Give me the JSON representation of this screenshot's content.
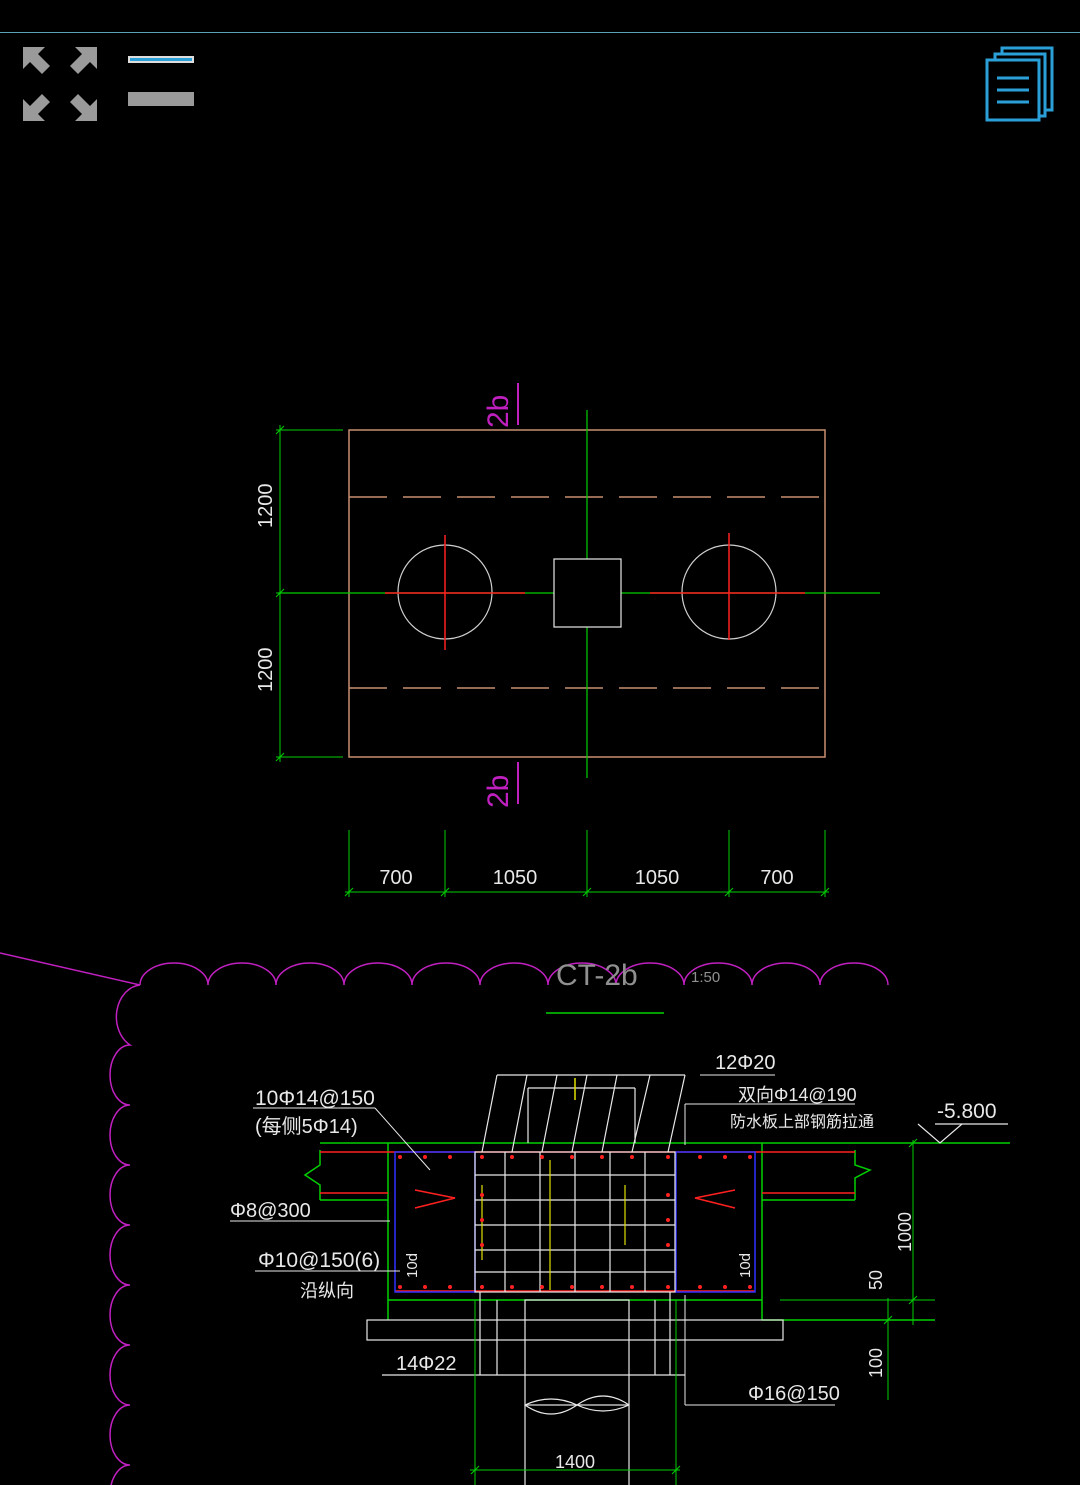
{
  "toolbar": {
    "fullscreen_icon": "expand-arrows-icon",
    "layers_icon": "layer-toggle-icon",
    "list_icon": "document-list-icon",
    "accent": "#2a9fd8"
  },
  "plan": {
    "section_mark_top": "2b",
    "section_mark_bottom": "2b",
    "dim_left": [
      "1200",
      "1200"
    ],
    "dim_bottom": [
      "700",
      "1050",
      "1050",
      "700"
    ]
  },
  "section": {
    "title": "CT-2b",
    "scale": "1:50",
    "labels": {
      "top_bars": "12Φ20",
      "side_bars_1": "10Φ14@150",
      "side_bars_2": "(每侧5Φ14)",
      "two_way": "双向Φ14@190",
      "waterproof": "防水板上部钢筋拉通",
      "elevation": "-5.800",
      "stirrup": "Φ8@300",
      "tie": "Φ10@150(6)",
      "tie_dir": "沿纵向",
      "anchor_left": "10d",
      "anchor_right": "10d",
      "bottom_bars": "14Φ22",
      "pile_bars": "Φ16@150",
      "dim_height": "1000",
      "dim_50": "50",
      "dim_100": "100",
      "dim_width": "1400"
    }
  },
  "colors": {
    "green": "#00d000",
    "outline": "#c89070",
    "red": "#ff2020",
    "magenta": "#c020c0",
    "white": "#e8e8e8",
    "blue": "#3030ff",
    "yellow": "#e0e000"
  }
}
